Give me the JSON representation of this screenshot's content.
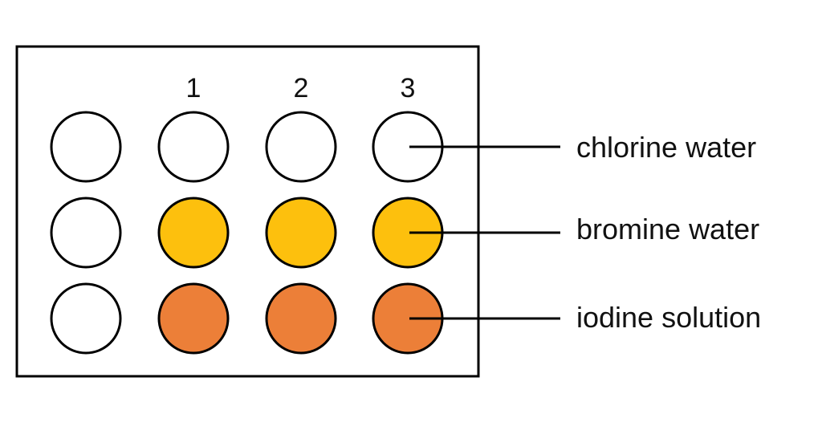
{
  "columns": [
    {
      "label": "1"
    },
    {
      "label": "2"
    },
    {
      "label": "3"
    }
  ],
  "rows": [
    {
      "label": "chlorine water",
      "fill": "#ffffff"
    },
    {
      "label": "bromine water",
      "fill": "#fdc00d"
    },
    {
      "label": "iodine solution",
      "fill": "#ec7f38"
    }
  ],
  "colors": {
    "outline": "#000000",
    "empty_well": "#ffffff",
    "background": "#ffffff"
  }
}
